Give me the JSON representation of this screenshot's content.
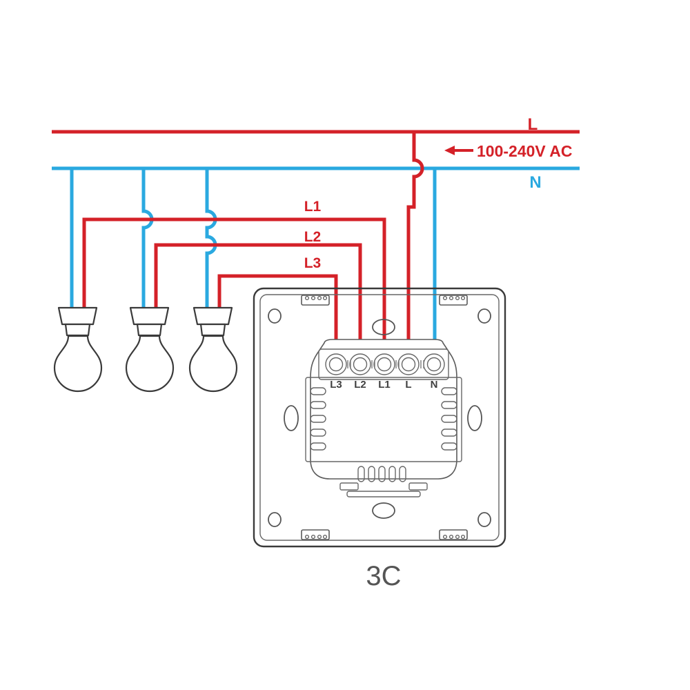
{
  "diagram": {
    "title": "3C",
    "caption": "3C",
    "type": "wall-switch-wiring-diagram",
    "colors": {
      "live_wire": "#d42128",
      "neutral_wire": "#2aa9e0",
      "outline": "#3a3a3a",
      "label_dark": "#4a4a4a",
      "background": "#ffffff"
    },
    "supply": {
      "live_label": "L",
      "neutral_label": "N",
      "voltage_label": "100-240V AC",
      "direction_icon": "arrow-left-icon"
    },
    "switched_lines": [
      {
        "label": "L1"
      },
      {
        "label": "L2"
      },
      {
        "label": "L3"
      }
    ],
    "terminals": [
      {
        "label": "L3",
        "wire": "#d42128"
      },
      {
        "label": "L2",
        "wire": "#d42128"
      },
      {
        "label": "L1",
        "wire": "#d42128"
      },
      {
        "label": "L",
        "wire": "#d42128"
      },
      {
        "label": "N",
        "wire": "#2aa9e0"
      }
    ],
    "lamps": [
      {
        "name": "lamp-1",
        "neutral": "#2aa9e0",
        "live": "#d42128"
      },
      {
        "name": "lamp-2",
        "neutral": "#2aa9e0",
        "live": "#d42128"
      },
      {
        "name": "lamp-3",
        "neutral": "#2aa9e0",
        "live": "#d42128"
      }
    ],
    "switch_panel": {
      "name": "3-gang-touch-switch-panel",
      "corner_screws": 4,
      "side_slots": 2,
      "vent_ribs_per_side": 5,
      "bottom_prongs": 5,
      "tab_connectors": 4
    }
  }
}
